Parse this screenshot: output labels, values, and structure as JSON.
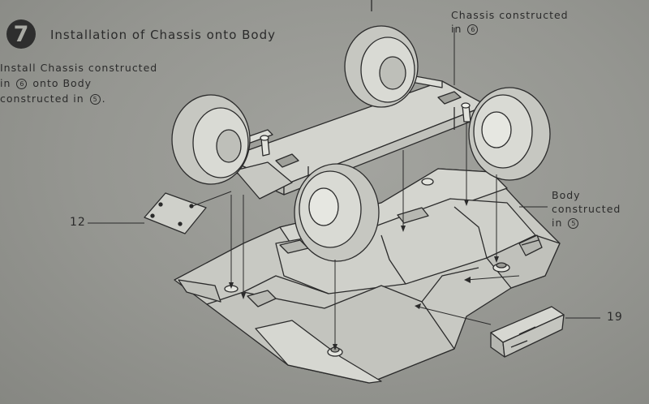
{
  "step": {
    "number": "7",
    "title": "Installation of Chassis onto Body"
  },
  "instruction": {
    "line1": "Install Chassis constructed",
    "line2_a": "in",
    "line2_ref": "6",
    "line2_b": "onto Body",
    "line3_a": "constructed in",
    "line3_ref": "5",
    "line3_b": "."
  },
  "callouts": {
    "chassis": {
      "line1": "Chassis constructed",
      "line2_a": "in",
      "line2_ref": "6"
    },
    "body": {
      "line1": "Body",
      "line2": "constructed",
      "line3_a": "in",
      "line3_ref": "5"
    }
  },
  "parts": {
    "left": "12",
    "right": "19"
  },
  "colors": {
    "paper": "#969792",
    "ink": "#2b2b2b",
    "part_fill": "#c9cac4"
  }
}
